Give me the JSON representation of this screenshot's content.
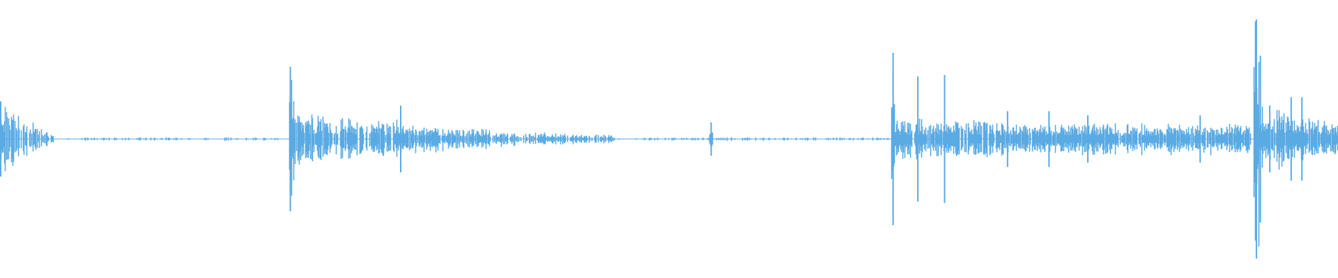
{
  "waveform": {
    "color": "#5aaae3",
    "background": "#ffffff",
    "bursts": [
      {
        "start": 0.0,
        "end": 0.04,
        "level": 0.24,
        "density": 0.75,
        "decay": 0.8
      },
      {
        "start": 0.05,
        "end": 0.21,
        "level": 0.012,
        "density": 0.25,
        "decay": 0.0
      },
      {
        "start": 0.216,
        "end": 0.22,
        "level": 0.52,
        "density": 1.0,
        "decay": 0.0
      },
      {
        "start": 0.22,
        "end": 0.3,
        "level": 0.16,
        "density": 0.85,
        "decay": 0.25
      },
      {
        "start": 0.3,
        "end": 0.37,
        "level": 0.1,
        "density": 0.8,
        "decay": 0.35
      },
      {
        "start": 0.37,
        "end": 0.46,
        "level": 0.05,
        "density": 0.65,
        "decay": 0.5
      },
      {
        "start": 0.46,
        "end": 0.53,
        "level": 0.01,
        "density": 0.25,
        "decay": 0.0
      },
      {
        "start": 0.53,
        "end": 0.533,
        "level": 0.12,
        "density": 1.0,
        "decay": 0.0
      },
      {
        "start": 0.533,
        "end": 0.665,
        "level": 0.012,
        "density": 0.3,
        "decay": 0.0
      },
      {
        "start": 0.666,
        "end": 0.669,
        "level": 0.62,
        "density": 1.0,
        "decay": 0.0
      },
      {
        "start": 0.669,
        "end": 0.75,
        "level": 0.14,
        "density": 0.9,
        "decay": 0.15
      },
      {
        "start": 0.75,
        "end": 0.935,
        "level": 0.1,
        "density": 0.9,
        "decay": 0.0
      },
      {
        "start": 0.937,
        "end": 0.941,
        "level": 0.85,
        "density": 1.0,
        "decay": 0.0
      },
      {
        "start": 0.941,
        "end": 1.0,
        "level": 0.22,
        "density": 0.9,
        "decay": 0.55
      }
    ],
    "spikes": [
      {
        "x": 0.0005,
        "level": 0.27
      },
      {
        "x": 0.217,
        "level": 0.52
      },
      {
        "x": 0.2995,
        "level": 0.24
      },
      {
        "x": 0.5315,
        "level": 0.12
      },
      {
        "x": 0.6675,
        "level": 0.62
      },
      {
        "x": 0.686,
        "level": 0.45
      },
      {
        "x": 0.706,
        "level": 0.46
      },
      {
        "x": 0.753,
        "level": 0.2
      },
      {
        "x": 0.784,
        "level": 0.2
      },
      {
        "x": 0.813,
        "level": 0.17
      },
      {
        "x": 0.897,
        "level": 0.17
      },
      {
        "x": 0.939,
        "level": 0.86
      },
      {
        "x": 0.942,
        "level": 0.6
      },
      {
        "x": 0.949,
        "level": 0.24
      },
      {
        "x": 0.965,
        "level": 0.3
      },
      {
        "x": 0.973,
        "level": 0.3
      }
    ]
  }
}
